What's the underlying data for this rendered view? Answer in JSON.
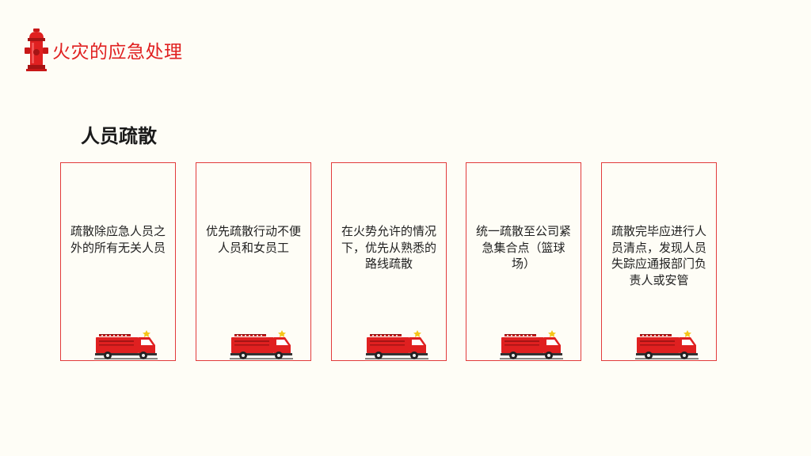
{
  "header": {
    "title": "火灾的应急处理",
    "icon": "fire-hydrant-icon"
  },
  "section": {
    "title": "人员疏散"
  },
  "cards": [
    {
      "text": "疏散除应急人员之外的所有无关人员",
      "icon": "fire-truck-icon"
    },
    {
      "text": "优先疏散行动不便人员和女员工",
      "icon": "fire-truck-icon"
    },
    {
      "text": "在火势允许的情况下，优先从熟悉的路线疏散",
      "icon": "fire-truck-icon"
    },
    {
      "text": "统一疏散至公司紧急集合点（篮球场）",
      "icon": "fire-truck-icon"
    },
    {
      "text": "疏散完毕应进行人员清点，发现人员失踪应通报部门负责人或安管",
      "icon": "fire-truck-icon"
    }
  ],
  "colors": {
    "accent": "#e02020",
    "border": "#e23b3b",
    "background": "#fefdf6",
    "text": "#222222"
  }
}
